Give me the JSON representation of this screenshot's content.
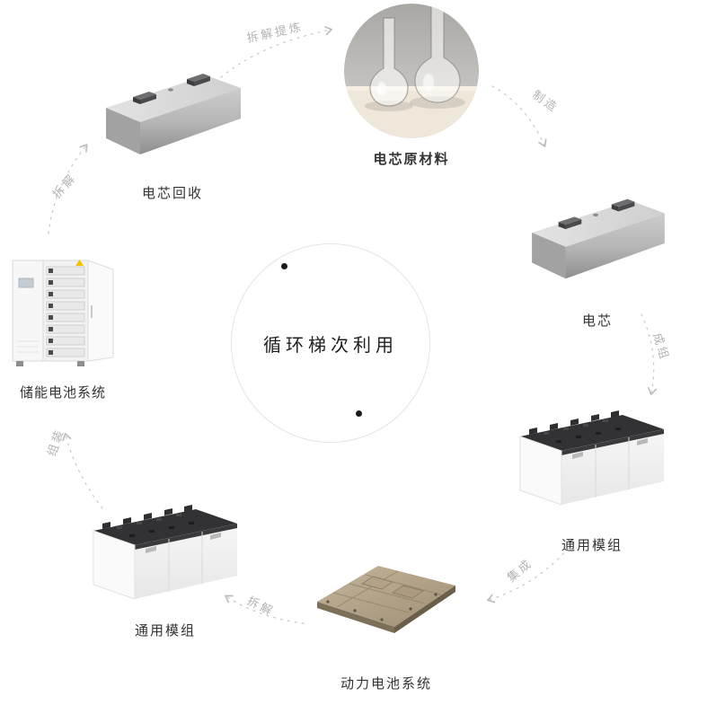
{
  "center": {
    "title": "循环梯次利用"
  },
  "nodes": {
    "cell_recycling": {
      "label": "电芯回收"
    },
    "raw_materials": {
      "label": "电芯原材料"
    },
    "cell": {
      "label": "电芯"
    },
    "module_right": {
      "label": "通用模组"
    },
    "power_battery_system": {
      "label": "动力电池系统"
    },
    "module_left": {
      "label": "通用模组"
    },
    "storage_system": {
      "label": "储能电池系统"
    }
  },
  "transitions": {
    "disassemble_refine": {
      "label": "拆解提炼"
    },
    "manufacture": {
      "label": "制造"
    },
    "group_into_module": {
      "label": "成组"
    },
    "integrate": {
      "label": "集成"
    },
    "disassemble_pack": {
      "label": "拆解"
    },
    "assemble": {
      "label": "组装"
    },
    "disassemble_storage": {
      "label": "拆解"
    }
  },
  "colors": {
    "background": "#ffffff",
    "arc": "#c9c9c9",
    "transition_label": "#b3b3b3",
    "node_label": "#333333",
    "circle_border": "#e4e4e4",
    "dot": "#1a1a1a"
  }
}
